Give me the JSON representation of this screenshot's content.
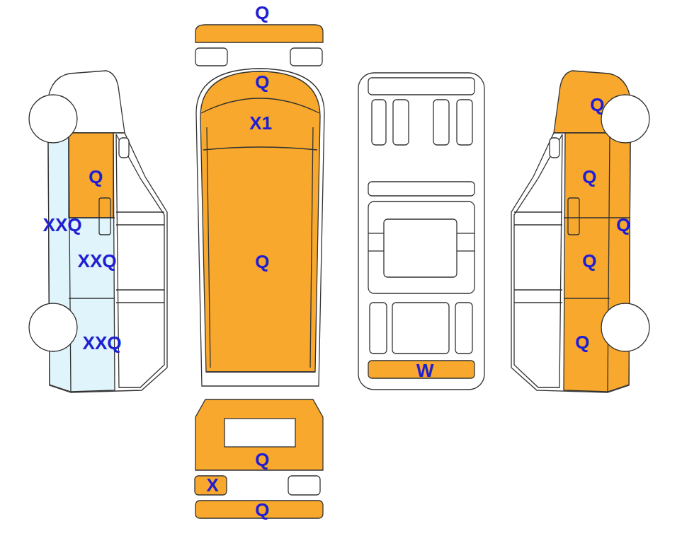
{
  "diagram": {
    "labels": [
      "Q",
      "Q",
      "Q",
      "X1",
      "Q",
      "Q",
      "XXQ",
      "Q",
      "XXQ",
      "Q",
      "Q",
      "XXQ",
      "Q",
      "W",
      "Q",
      "X",
      "Q"
    ]
  }
}
